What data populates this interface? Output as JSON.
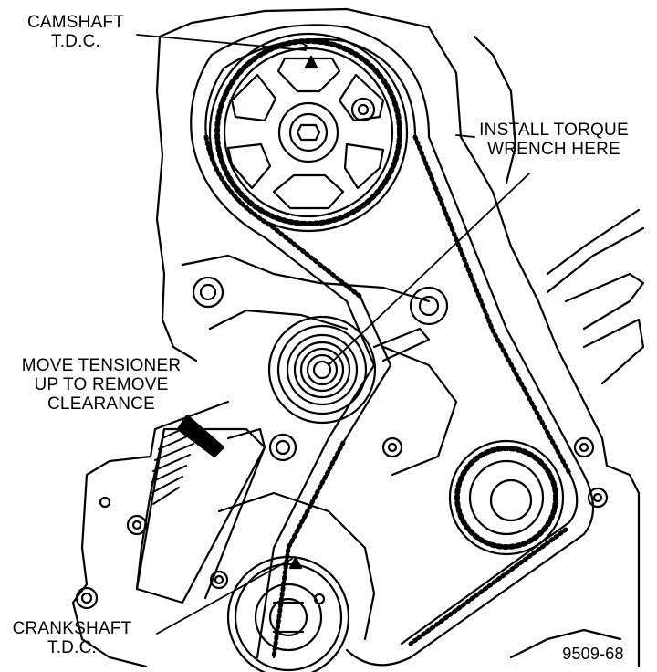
{
  "labels": {
    "camshaft_line1": "CAMSHAFT",
    "camshaft_line2": "T.D.C.",
    "torque_line1": "INSTALL TORQUE",
    "torque_line2": "WRENCH HERE",
    "tensioner_line1": "MOVE TENSIONER",
    "tensioner_line2": "UP TO REMOVE",
    "tensioner_line3": "CLEARANCE",
    "crankshaft_line1": "CRANKSHAFT",
    "crankshaft_line2": "T.D.C.",
    "figure_number": "9509-68"
  },
  "colors": {
    "ink": "#000000",
    "paper": "#ffffff"
  }
}
